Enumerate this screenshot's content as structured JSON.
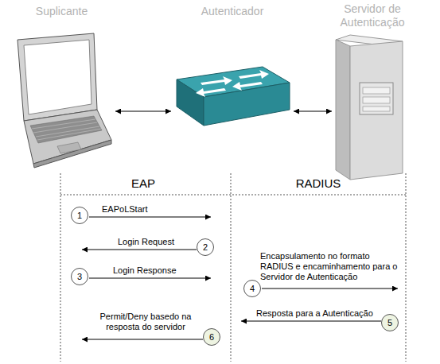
{
  "diagram": {
    "nodes": [
      {
        "text": [
          "Suplicante"
        ]
      },
      {
        "text": [
          "Autenticador"
        ]
      },
      {
        "text": [
          "Servidor de Autenticação"
        ]
      },
      {
        "text": [
          "1"
        ]
      },
      {
        "text": [
          "2"
        ]
      },
      {
        "text": [
          "3"
        ]
      },
      {
        "text": [
          "4"
        ]
      },
      {
        "text": [
          "5"
        ]
      },
      {
        "text": [
          "6"
        ]
      }
    ],
    "edges": [
      {
        "from": 0,
        "to": 1,
        "arrow": "both"
      },
      {
        "from": 1,
        "to": 2,
        "arrow": "both"
      }
    ],
    "labels": [
      "EAP",
      "RADIUS",
      "EAPoLStart",
      "Login Request",
      "Login Response",
      "Encapsulamento no formato RADIUS e encaminhamento para o Servidor de Autenticação",
      "Resposta para a Autenticação",
      "Permit/Deny basedo na resposta do servidor"
    ]
  }
}
